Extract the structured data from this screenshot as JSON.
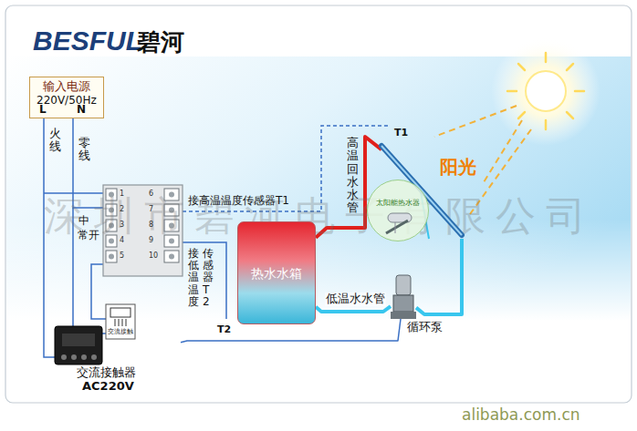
{
  "diagram": {
    "nodes": [
      {
        "text": [
          "输入电源",
          "220V/50Hz"
        ]
      },
      {
        "text": [
          "热水水箱"
        ]
      },
      {
        "text": [
          "T1"
        ]
      },
      {
        "text": [
          "太阳能热水器"
        ]
      },
      {
        "text": [
          "循环泵"
        ]
      },
      {
        "text": [
          "交流接触器",
          "AC220V"
        ]
      }
    ],
    "edges": [
      {
        "from": 1,
        "to": 2,
        "arrow": "none"
      },
      {
        "from": 2,
        "to": 4,
        "arrow": "none"
      },
      {
        "from": 4,
        "to": 1,
        "label": "低温水水管",
        "arrow": "none"
      },
      {
        "from": 5,
        "to": 4,
        "arrow": "none"
      }
    ],
    "labels": [
      "BESFUL",
      "碧河",
      "L",
      "N",
      "火线",
      "零线",
      "中",
      "常开",
      "接高温温度传感器T1",
      "接低温温度",
      "传感器T2",
      "高温回水水管",
      "阳光",
      "T2",
      "1",
      "2",
      "3",
      "4",
      "5",
      "6",
      "7",
      "8",
      "9",
      "10",
      "交流接触",
      "深圳市碧河电子有限公司",
      "alibaba.com.cn"
    ]
  }
}
